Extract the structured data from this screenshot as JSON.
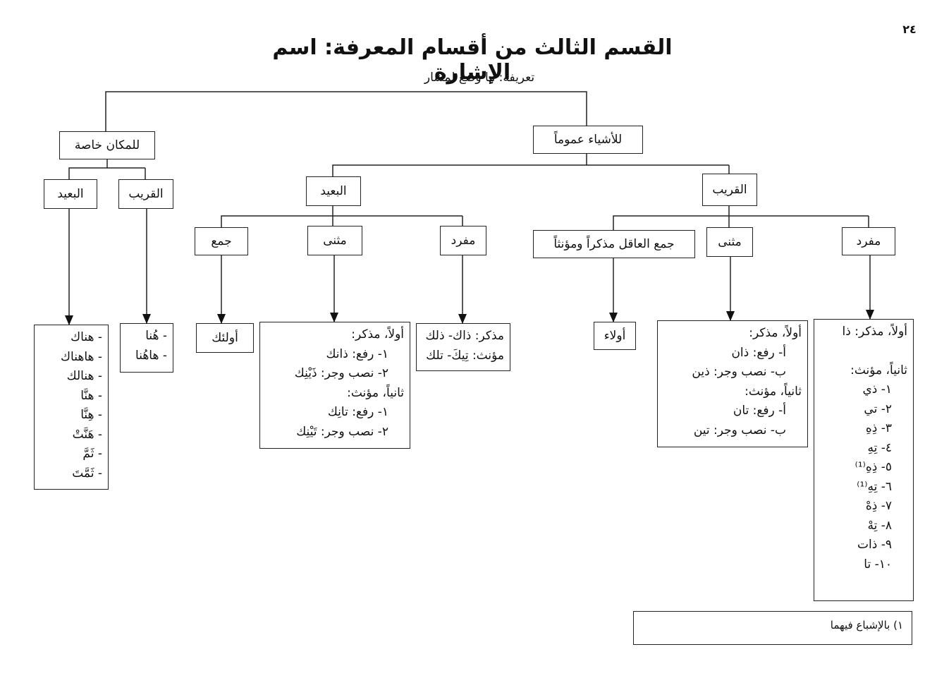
{
  "page_number": "٢٤",
  "title": "القسم الثالث من أقسام المعرفة: اسم الإشارة",
  "definition": "تعريفه: ما وضع لمشار",
  "nodes": {
    "things": "للأشياء عموماً",
    "place": "للمكان خاصة",
    "things_near": "القريب",
    "things_far": "البعيد",
    "place_far": "البعيد",
    "place_near": "القريب",
    "near_singular": "مفرد",
    "near_dual": "مثنى",
    "near_plural": "جمع العاقل مذكراً ومؤنثاً",
    "far_singular": "مفرد",
    "far_dual": "مثنى",
    "far_plural": "جمع"
  },
  "leaves": {
    "place_far_list": [
      "- هناك",
      "- هاهناك",
      "- هنالك",
      "- هنَّا",
      "- هِنَّا",
      "- هَنَّتْ",
      "- ثَمَّ",
      "- ثَمَّتَ"
    ],
    "place_near_list": [
      "- هُنا",
      "- هاهُنا"
    ],
    "far_plural_leaf": "أولئك",
    "far_dual_list": [
      "أولاً، مذكر:",
      "١- رفع: ذانك",
      "٢- نصب وجر: ذَيْنِك",
      "ثانياً، مؤنث:",
      "١- رفع: تانِك",
      "٢- نصب وجر: تَيْنِك"
    ],
    "far_singular_list": [
      "مذكر: ذاك- ذلك",
      "مؤنث: تِيكَ- تلك"
    ],
    "near_plural_leaf": "أولاء",
    "near_dual_list": [
      "أولاً، مذكر:",
      "أ- رفع: ذان",
      "ب- نصب وجر: ذين",
      "ثانياً، مؤنث:",
      "أ- رفع: تان",
      "ب- نصب وجر: تين"
    ],
    "near_singular_list": [
      "أولاً، مذكر: ذا",
      "",
      "ثانياً، مؤنث:",
      "١- ذي",
      "٢- تي",
      "٣- ذِهِ",
      "٤- تِهِ",
      "٥- ذِهِ⁽¹⁾",
      "٦- تِهِ⁽¹⁾",
      "٧- ذِهْ",
      "٨- تِهْ",
      "٩- ذات",
      "١٠- تا"
    ]
  },
  "footnote": "١) بالإشباع فيهما"
}
